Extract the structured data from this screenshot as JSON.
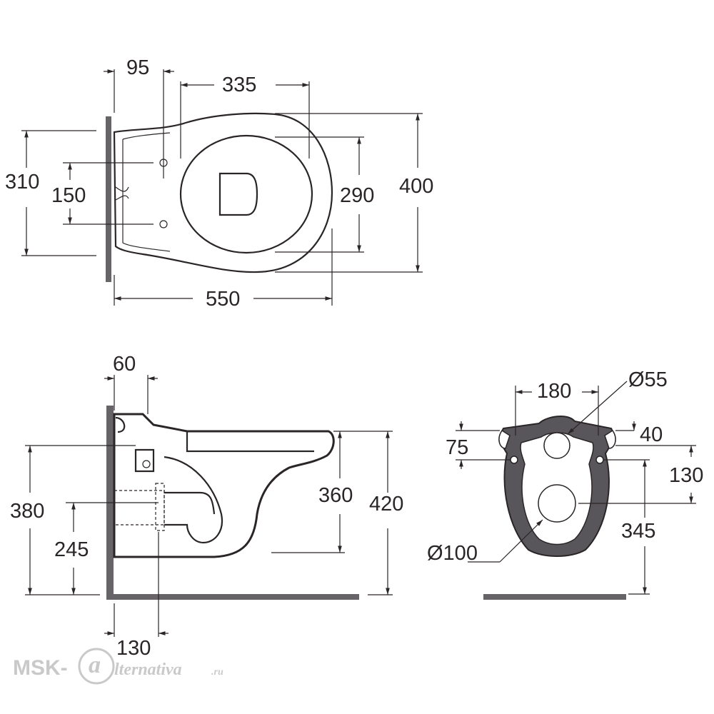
{
  "top_view": {
    "dims": {
      "d95": "95",
      "d335": "335",
      "d310": "310",
      "d150": "150",
      "d290": "290",
      "d400": "400",
      "d550": "550"
    }
  },
  "side_view": {
    "dims": {
      "d60": "60",
      "d380": "380",
      "d245": "245",
      "d360": "360",
      "d420": "420",
      "d130": "130"
    }
  },
  "back_view": {
    "dims": {
      "d180": "180",
      "d55": "Ø55",
      "d75": "75",
      "d40": "40",
      "d130": "130",
      "d345": "345",
      "d100": "Ø100"
    }
  },
  "watermark": {
    "brand": "MSK-",
    "logo_letter": "a",
    "tail": "lternativa",
    "domain": ".ru"
  },
  "colors": {
    "line": "#2a2526",
    "wall": "#666466",
    "back_fill": "#58565a",
    "watermark": "#c9c9c9"
  }
}
